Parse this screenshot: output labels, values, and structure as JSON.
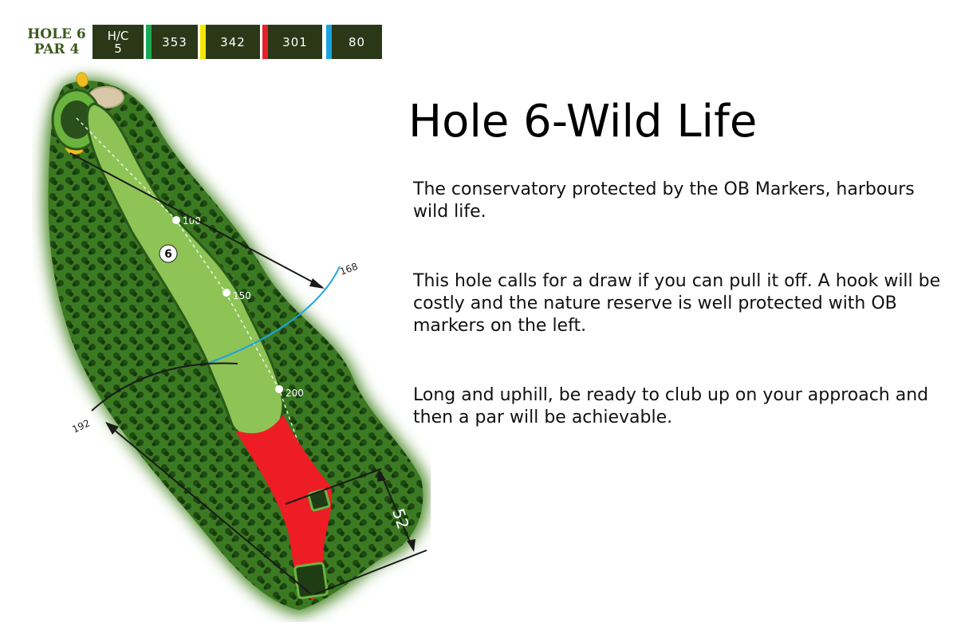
{
  "scorecard": {
    "hole": "HOLE 6",
    "par": "PAR 4",
    "hc_label": "H/C",
    "hc_value": "5",
    "tees": [
      {
        "distance": "353",
        "color": "#1aaa55"
      },
      {
        "distance": "342",
        "color": "#f5e600"
      },
      {
        "distance": "301",
        "color": "#e8202a"
      },
      {
        "distance": "80",
        "color": "#1ba3e0"
      }
    ]
  },
  "map": {
    "hole_number": "6",
    "markers": {
      "m100": "100",
      "m150": "150",
      "m200": "200"
    },
    "measure_168": "168",
    "measure_192": "192",
    "measure_52": "52"
  },
  "title": "Hole 6-Wild Life",
  "paragraphs": [
    "The conservatory protected by the OB Markers, harbours wild life.",
    "This hole calls for a draw if you can pull it off. A hook will be costly and the nature reserve is well protected with OB markers on the left.",
    "Long and uphill, be ready to club up on your approach and then a par will be achievable."
  ]
}
